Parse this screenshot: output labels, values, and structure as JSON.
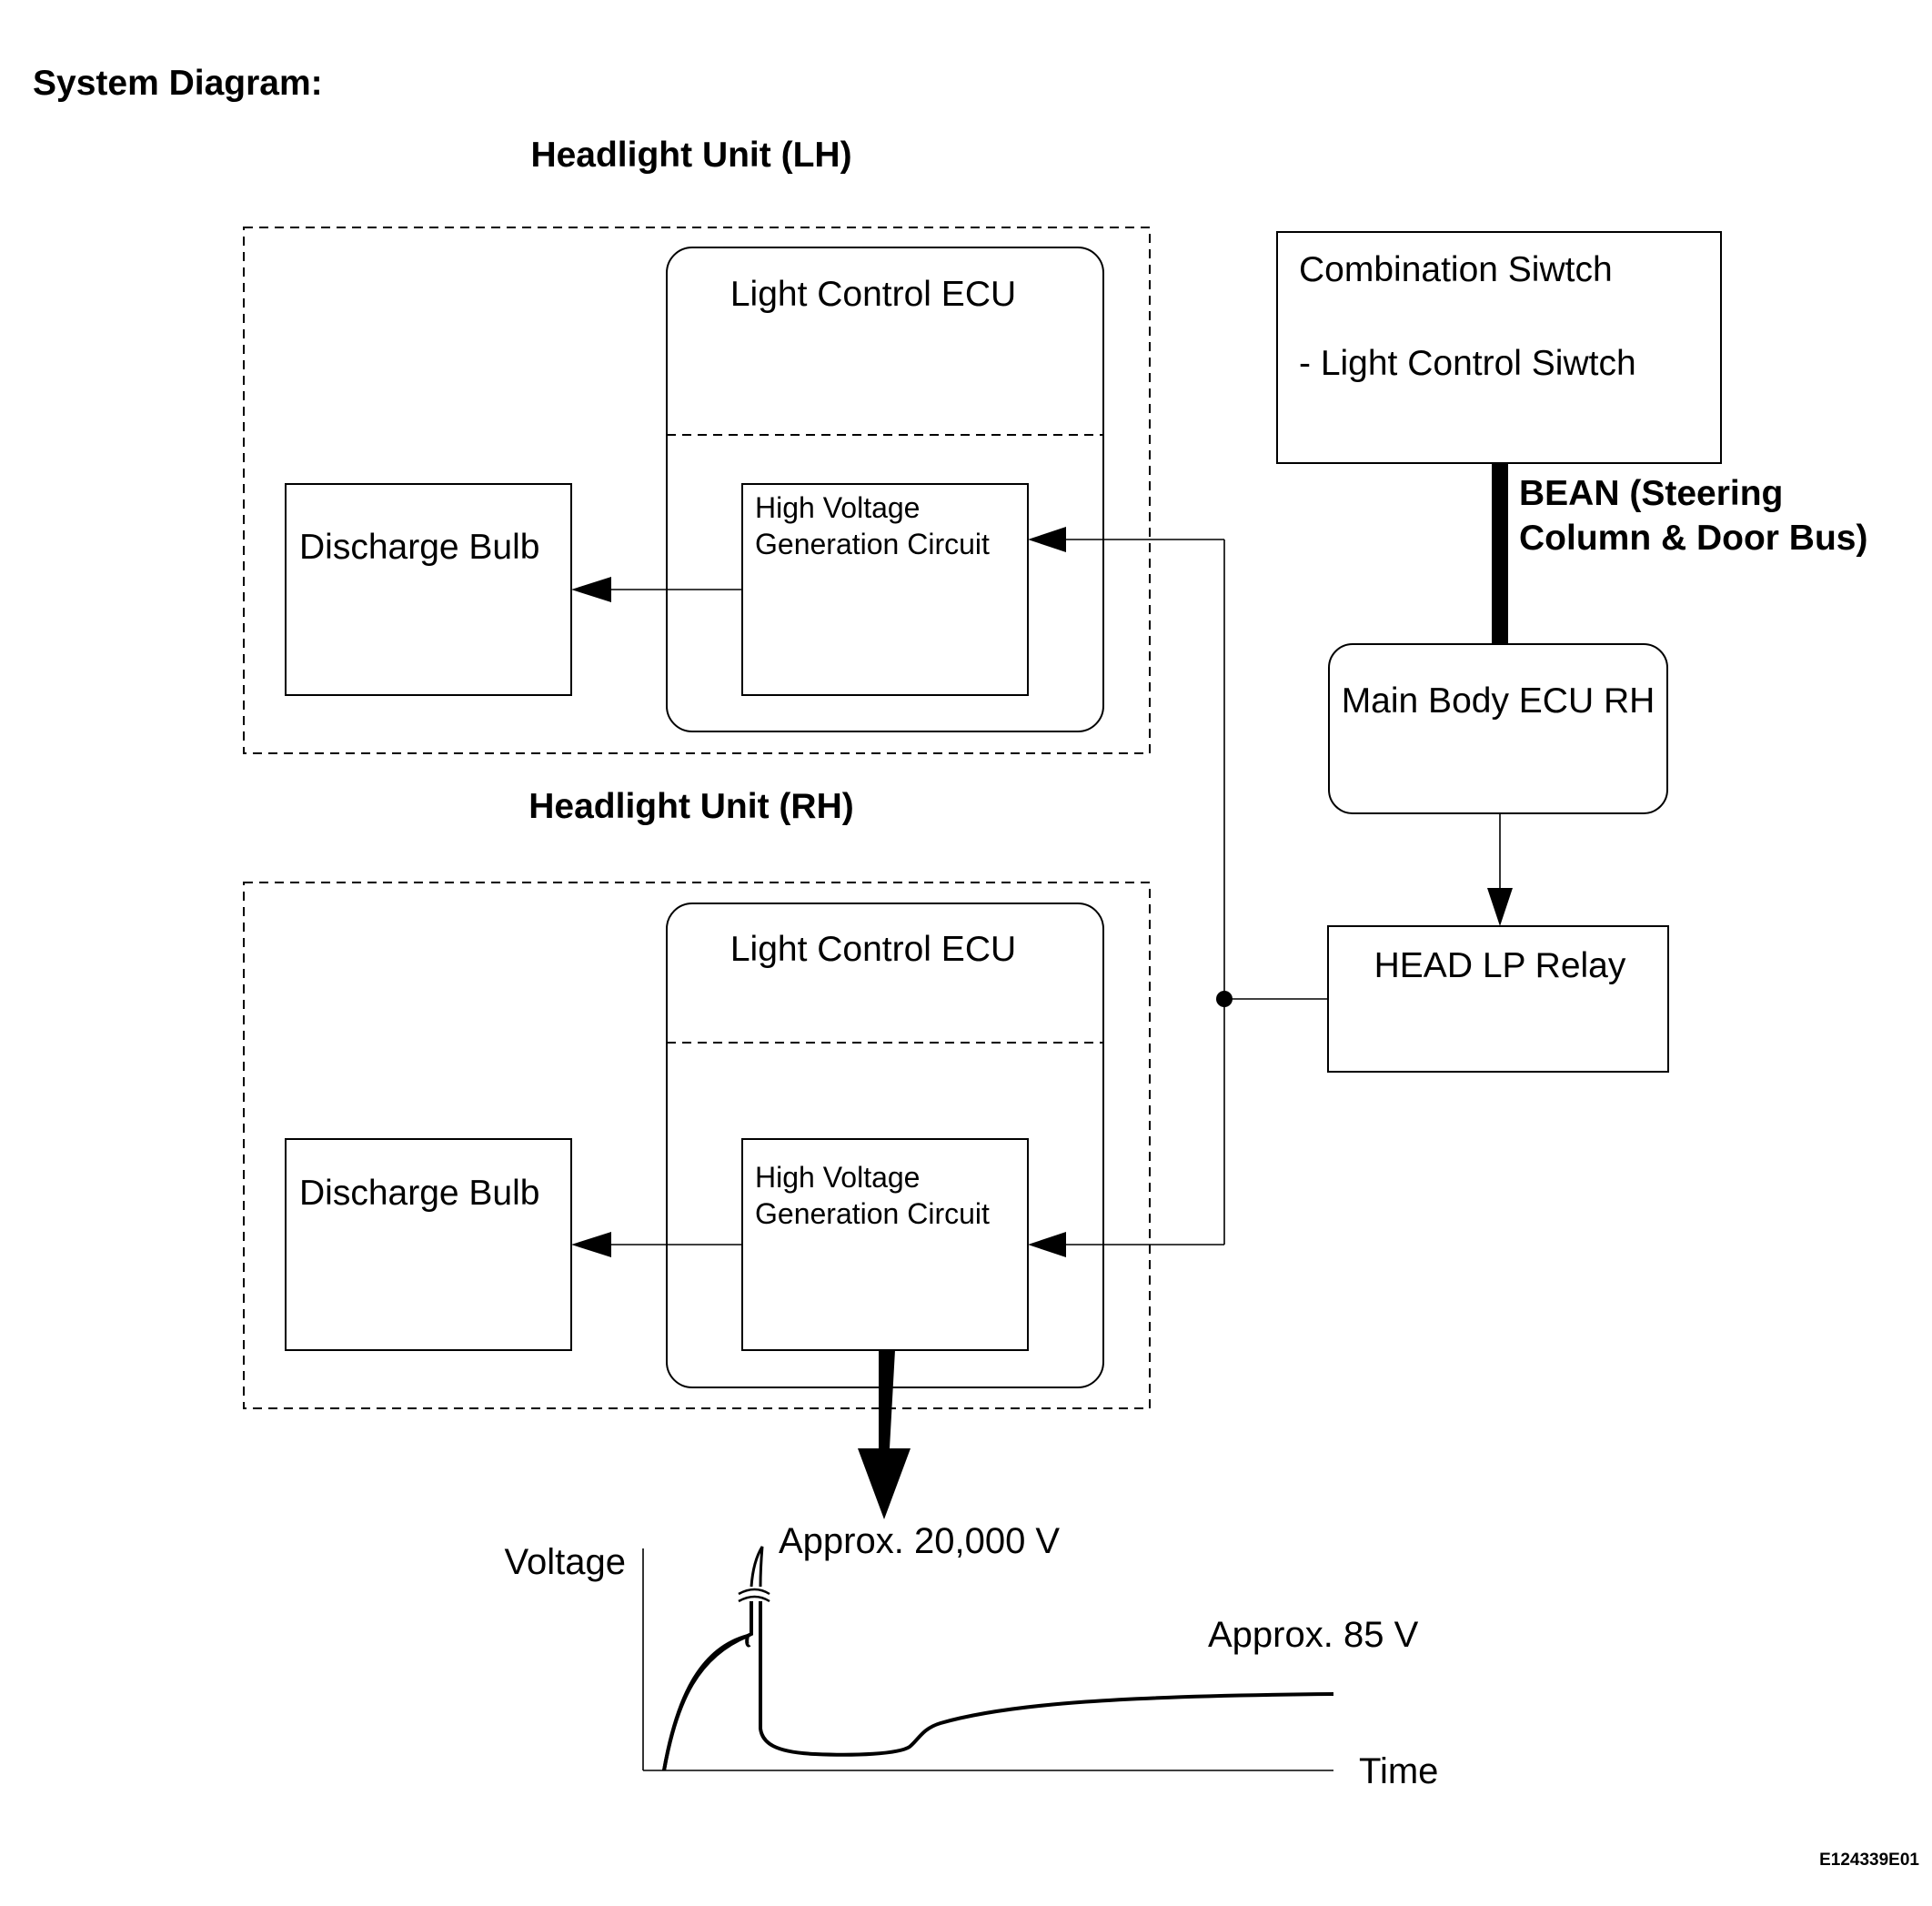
{
  "title": "System Diagram:",
  "headlight_lh": {
    "label": "Headlight Unit (LH)",
    "ecu_label": "Light Control ECU",
    "bulb_label": "Discharge Bulb",
    "circuit_line1": "High Voltage",
    "circuit_line2": "Generation Circuit"
  },
  "headlight_rh": {
    "label": "Headlight Unit (RH)",
    "ecu_label": "Light Control ECU",
    "bulb_label": "Discharge Bulb",
    "circuit_line1": "High Voltage",
    "circuit_line2": "Generation Circuit"
  },
  "combination_switch": {
    "line1": "Combination Siwtch",
    "line2": "- Light Control Siwtch"
  },
  "bus": {
    "line1": "BEAN (Steering",
    "line2": "Column & Door Bus)"
  },
  "main_body_ecu": {
    "label": "Main Body ECU RH"
  },
  "relay": {
    "label": "HEAD LP Relay"
  },
  "graph": {
    "ylabel": "Voltage",
    "xlabel": "Time",
    "peak_label": "Approx. 20,000 V",
    "steady_label": "Approx. 85 V"
  },
  "figure_code": "E124339E01"
}
